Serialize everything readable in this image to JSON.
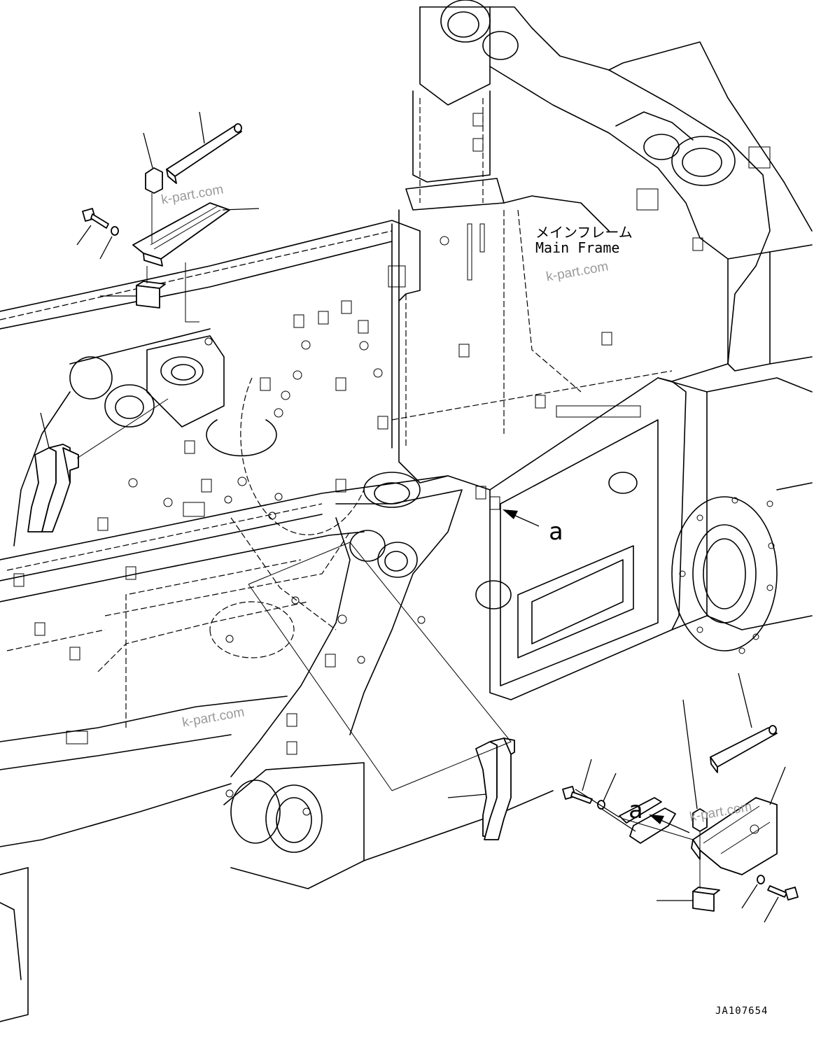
{
  "frame_label_jp": "メインフレーム",
  "frame_label_en": "Main Frame",
  "view_callout": "a",
  "drawing_number": "JA107654",
  "watermark": "k-part.com",
  "colors": {
    "line": "#000000",
    "watermark": "#9a9a9a",
    "background": "#ffffff"
  }
}
